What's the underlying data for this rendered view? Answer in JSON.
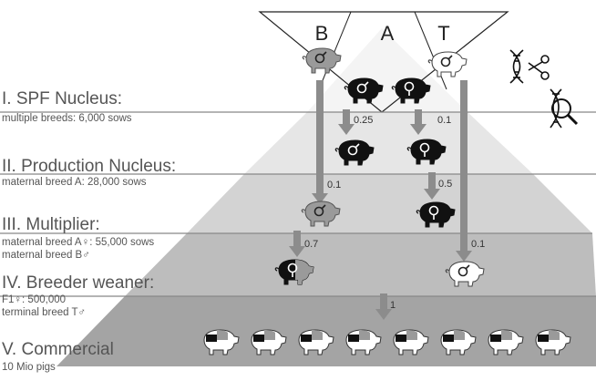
{
  "triangle_labels": {
    "b": "B",
    "a": "A",
    "t": "T"
  },
  "levels": [
    {
      "title": "I. SPF Nucleus:",
      "lines": [
        "multiple breeds: 6,000 sows"
      ]
    },
    {
      "title": "II. Production Nucleus:",
      "lines": [
        "maternal breed A: 28,000 sows"
      ]
    },
    {
      "title": "III. Multiplier:",
      "lines": [
        "maternal breed A♀: 55,000 sows",
        "maternal breed B♂"
      ]
    },
    {
      "title": "IV. Breeder weaner:",
      "lines": [
        "F1♀: 500,000",
        "terminal breed T♂"
      ]
    },
    {
      "title": "V. Commercial",
      "lines": [
        "10 Mio pigs"
      ]
    }
  ],
  "flow_values": {
    "a_left": "0.25",
    "a_right": "0.1",
    "pn_left": "0.1",
    "pn_right": "0.5",
    "mult_left": "0.7",
    "t_right": "0.1",
    "breeder": "1"
  },
  "sex_symbols": {
    "male": "♂",
    "female": "♀"
  },
  "icons": [
    "dna-scissors-icon",
    "dna-magnifier-icon"
  ],
  "colors": {
    "tier1": "#f4f4f4",
    "tier2": "#e6e6e6",
    "tier3": "#d3d3d3",
    "tier4": "#bdbdbd",
    "tier5": "#a4a4a4",
    "arrow": "#8c8c8c",
    "text": "#555555",
    "pig_grey": "#9a9a9a"
  }
}
